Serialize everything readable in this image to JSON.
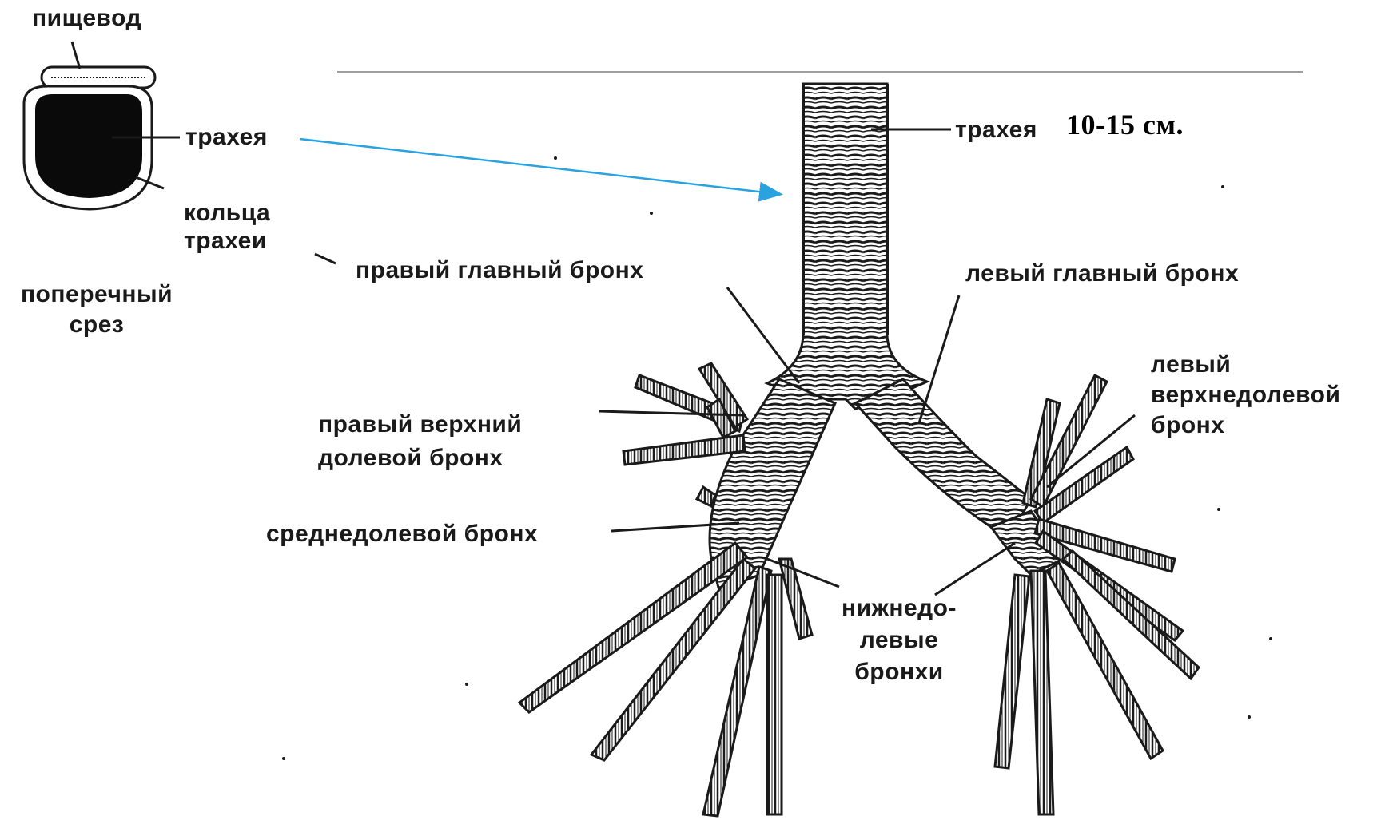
{
  "diagram": {
    "labels": {
      "esophagus": "пищевод",
      "trachea_cross": "трахея",
      "tracheal_rings_1": "кольца",
      "tracheal_rings_2": "трахеи",
      "cross_section_1": "поперечный",
      "cross_section_2": "срез",
      "right_main_bronchus": "правый главный  бронх",
      "right_upper_lobar_1": "правый  верхний",
      "right_upper_lobar_2": "долевой бронх",
      "middle_lobar": "среднедолевой бронх",
      "trachea_main": "трахея",
      "trachea_length": "10-15 см.",
      "left_main_bronchus": "левый главный бронх",
      "left_upper_lobar_1": "левый",
      "left_upper_lobar_2": "верхнедолевой",
      "left_upper_lobar_3": "бронх",
      "lower_lobar_1": "нижнедо-",
      "lower_lobar_2": "левые",
      "lower_lobar_3": "бронхи"
    },
    "colors": {
      "ink": "#1a1a1a",
      "arrow": "#29a3e0",
      "rule": "#7f7f7f"
    }
  }
}
